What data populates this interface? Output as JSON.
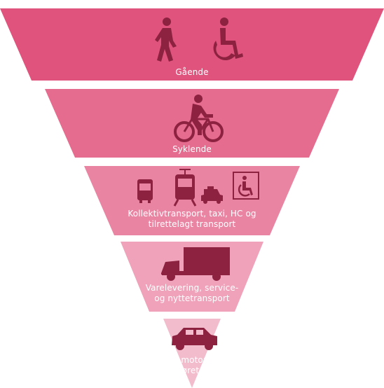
{
  "colors": {
    "tier1": "#e0537d",
    "tier2": "#e56b8f",
    "tier3": "#ea84a3",
    "tier4": "#efa2ba",
    "tier5": "#f3bccd",
    "icon": "#8c2140",
    "label": "#ffffff"
  },
  "tiers": [
    {
      "label": "Gående",
      "icons": [
        "pedestrian-icon",
        "wheelchair-user-icon"
      ]
    },
    {
      "label": "Syklende",
      "icons": [
        "cyclist-icon"
      ]
    },
    {
      "label_lines": [
        "Kollektivtransport, taxi, HC og",
        "tilrettelagt transport"
      ],
      "icons": [
        "bus-icon",
        "tram-icon",
        "taxi-icon",
        "accessibility-sign-icon"
      ]
    },
    {
      "label_lines": [
        "Varelevering, service-",
        "og nyttetransport"
      ],
      "icons": [
        "truck-icon"
      ]
    },
    {
      "label_lines": [
        "Andre motoriserte",
        "kjøretøy"
      ],
      "icons": [
        "car-icon"
      ]
    }
  ]
}
